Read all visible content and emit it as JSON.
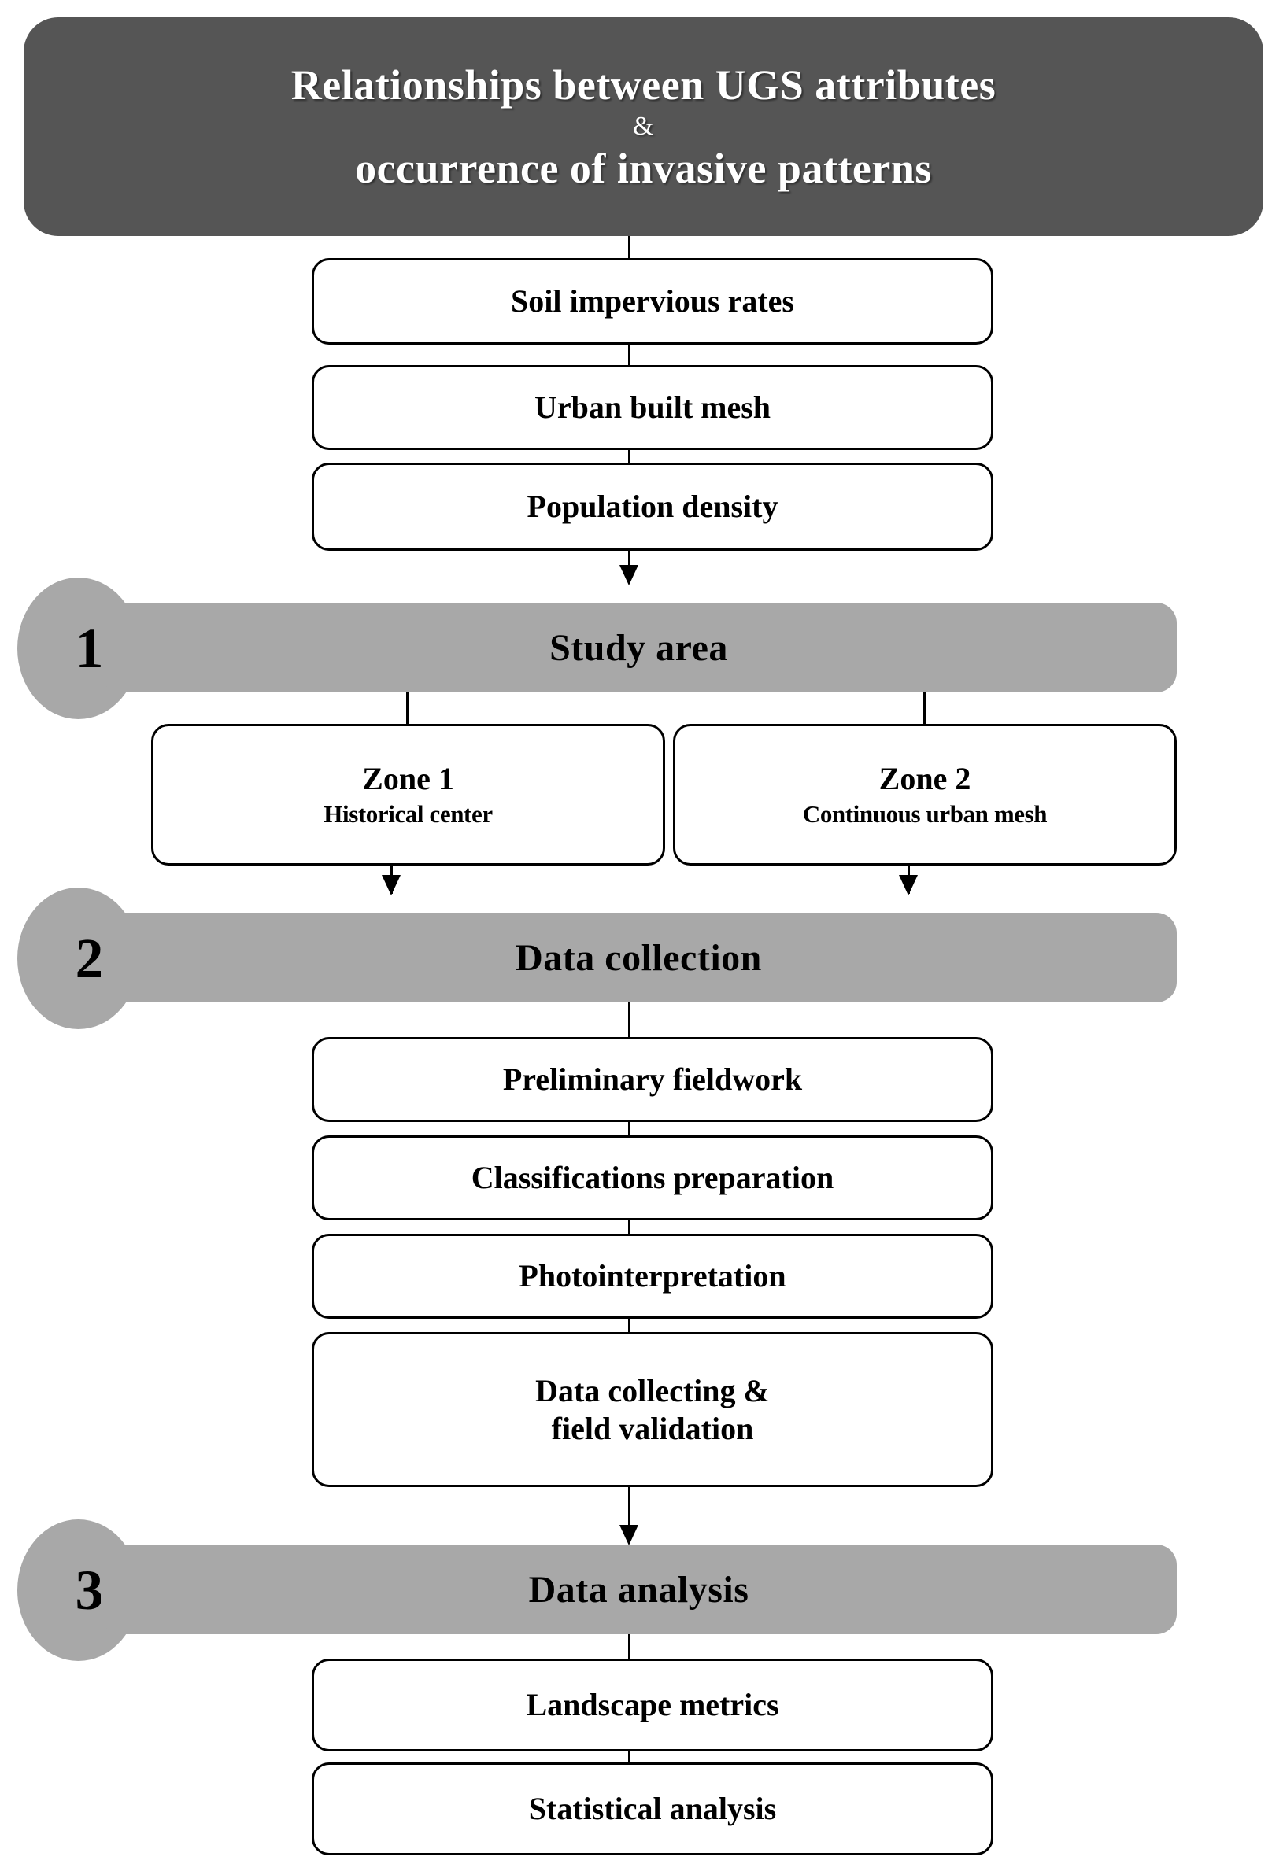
{
  "header": {
    "line1": "Relationships between UGS attributes",
    "line2": "&",
    "line3": "occurrence of invasive patterns"
  },
  "attributes": {
    "box1": "Soil impervious rates",
    "box2": "Urban built mesh",
    "box3": "Population density"
  },
  "stage1": {
    "number": "1",
    "label": "Study area",
    "zone1_title": "Zone 1",
    "zone1_sub": "Historical center",
    "zone2_title": "Zone 2",
    "zone2_sub": "Continuous urban  mesh"
  },
  "stage2": {
    "number": "2",
    "label": "Data collection",
    "box1": "Preliminary  fieldwork",
    "box2": "Classifications preparation",
    "box3": "Photointerpretation",
    "box4_line1": "Data collecting &",
    "box4_line2": "field validation"
  },
  "stage3": {
    "number": "3",
    "label": "Data analysis",
    "box1": "Landscape metrics",
    "box2": "Statistical analysis"
  },
  "colors": {
    "header_bg": "#555555",
    "band_bg": "#a8a8a8",
    "box_bg": "#ffffff",
    "stroke": "#000000",
    "header_text": "#ffffff"
  }
}
